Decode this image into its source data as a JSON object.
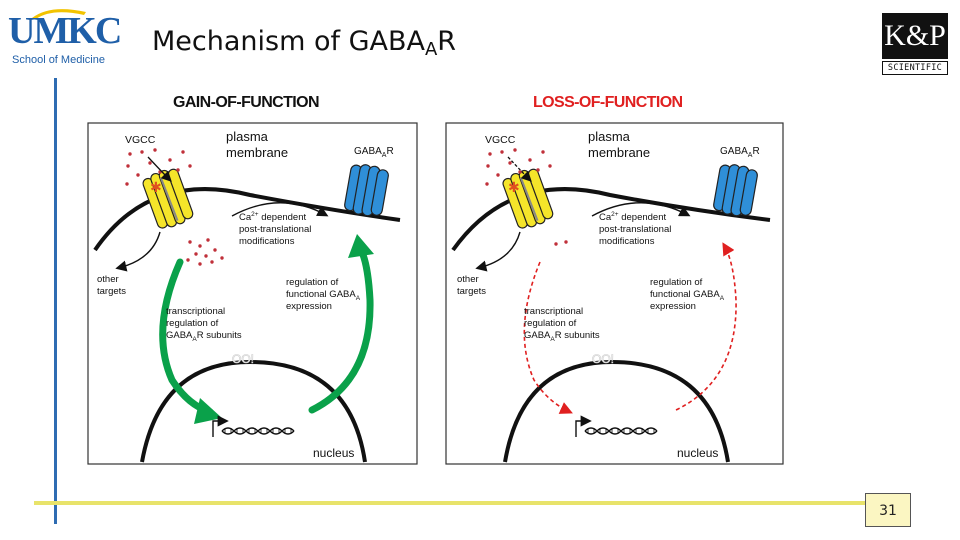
{
  "header": {
    "title_main": "Mechanism of GABA",
    "title_sub": "A",
    "title_end": "R"
  },
  "logos": {
    "umkc_word": "UMKC",
    "umkc_subtitle": "School of Medicine",
    "kp_main": "K&P",
    "kp_sub": "SCIENTIFIC"
  },
  "page_number": "31",
  "panels": {
    "gain": {
      "heading": "GAIN-OF-FUNCTION",
      "arrow_color": "#0aa14a",
      "arrow_style": "solid"
    },
    "loss": {
      "heading": "LOSS-OF-FUNCTION",
      "arrow_color": "#e02020",
      "arrow_style": "dashed"
    }
  },
  "diagram_labels": {
    "vgcc": "VGCC",
    "plasma": "plasma",
    "membrane": "membrane",
    "gabaar_main": "GABA",
    "gabaar_sub": "A",
    "gabaar_end": "R",
    "ca_line1_main": "Ca",
    "ca_line1_sup": "2+",
    "ca_line1_end": " dependent",
    "ca_line2": "post-translational",
    "ca_line3": "modifications",
    "other_line1": "other",
    "other_line2": "targets",
    "reg_line1": "regulation of",
    "reg_line2_main": "functional GABA",
    "reg_line2_sub": "A",
    "reg_line3": "expression",
    "tr_line1": "transcriptional",
    "tr_line2": "regulation of",
    "tr_line3_main": "GABA",
    "tr_line3_sub": "A",
    "tr_line3_end": "R subunits",
    "nucleus": "nucleus"
  },
  "colors": {
    "calcium_dots": "#c0303a",
    "vgcc_channel": "#f5e52a",
    "gabaar_channel": "#2f8fd8",
    "accent_blue": "#2e6cb2",
    "accent_yellow": "#e8e36a"
  }
}
